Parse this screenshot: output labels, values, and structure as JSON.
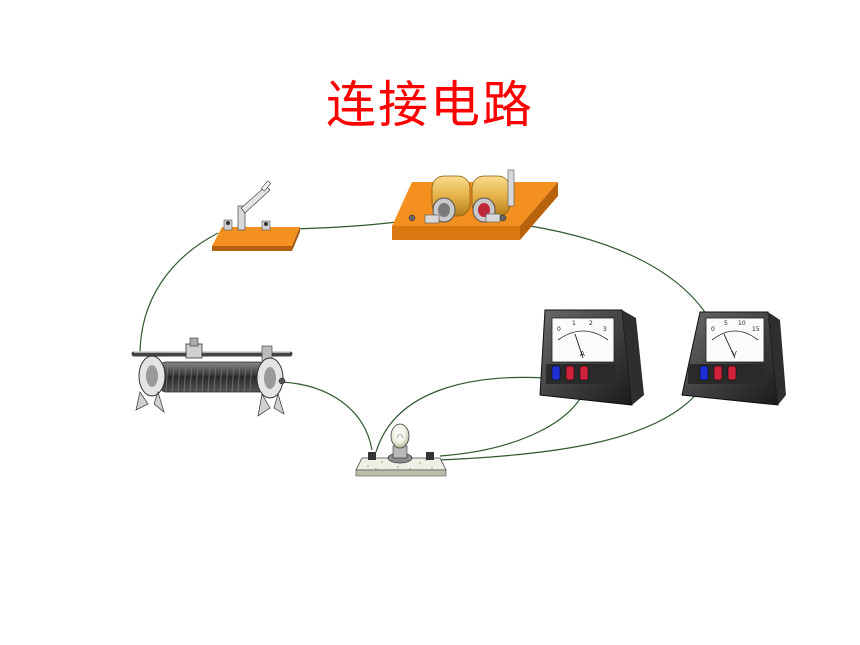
{
  "title": "连接电路",
  "ammeter": {
    "scale": [
      "0",
      "1",
      "2",
      "3"
    ],
    "unit": "A"
  },
  "voltmeter": {
    "scale": [
      "0",
      "5",
      "10",
      "15"
    ],
    "unit": "V"
  },
  "wire_color": "#2f5a2f",
  "colors": {
    "title": "#ff0000",
    "board": "#f3901f",
    "battery": "#e6b34a"
  },
  "components": [
    {
      "name": "knife-switch-icon"
    },
    {
      "name": "battery-holder-icon"
    },
    {
      "name": "rheostat-icon"
    },
    {
      "name": "lamp-holder-icon"
    },
    {
      "name": "voltmeter-icon"
    },
    {
      "name": "ammeter-icon"
    }
  ]
}
